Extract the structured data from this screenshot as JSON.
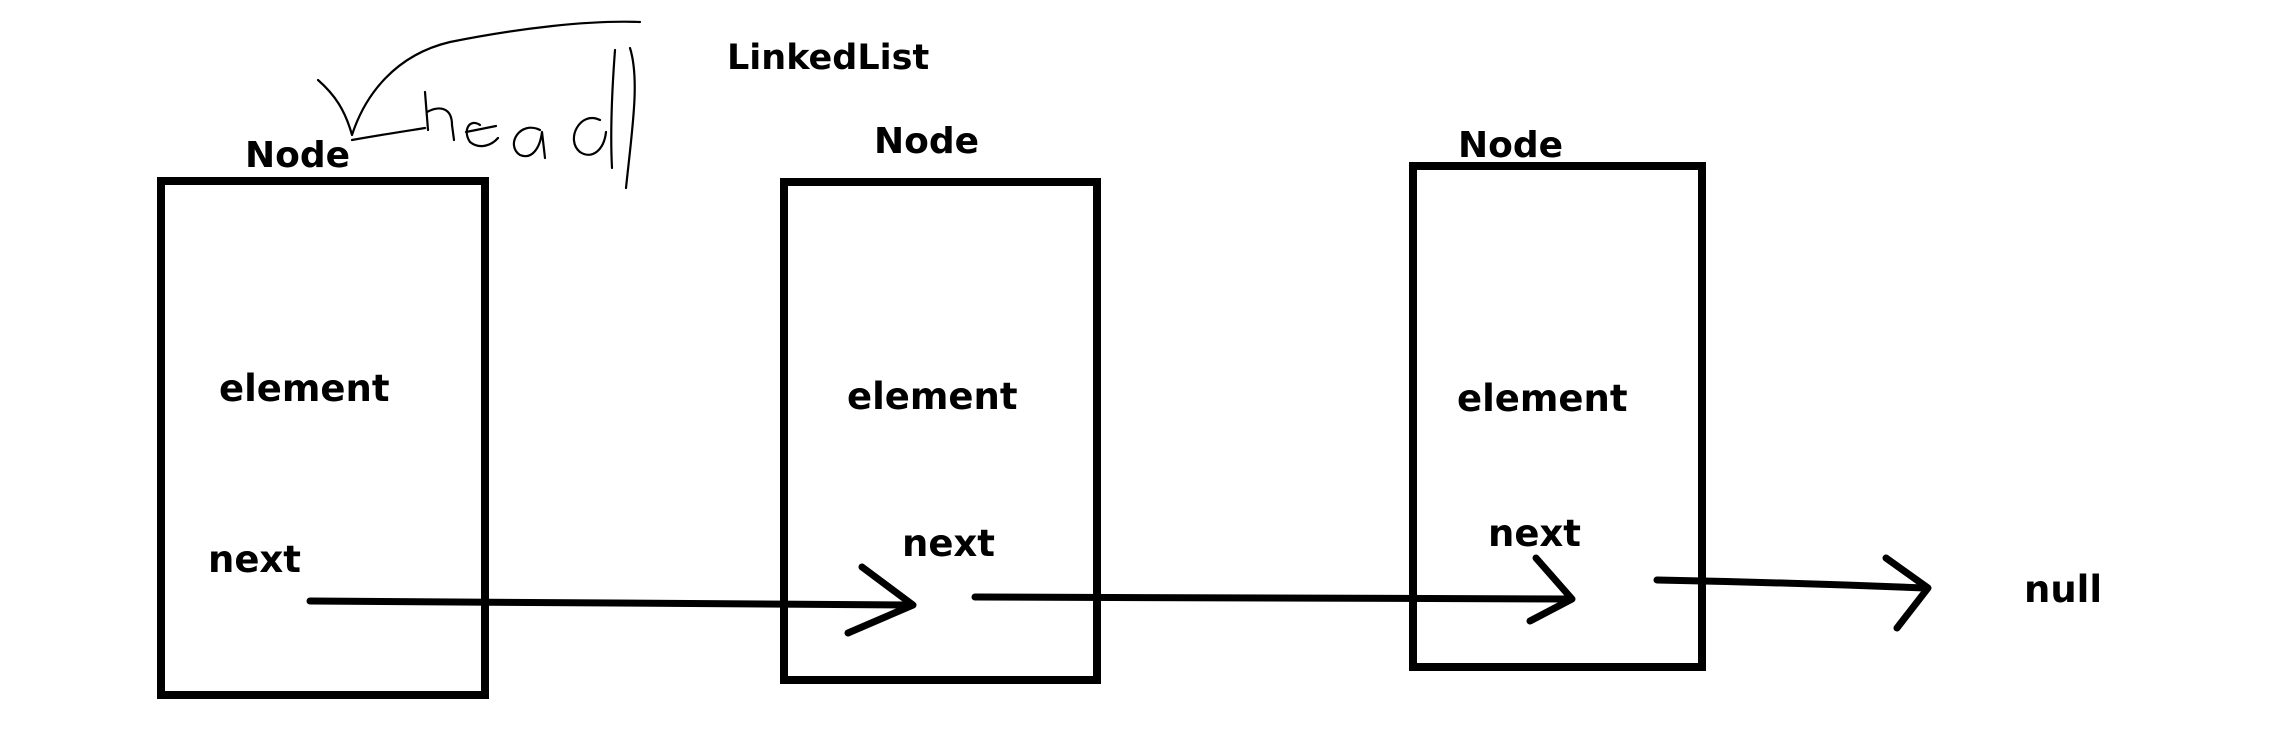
{
  "diagram": {
    "title": "LinkedList",
    "head_annotation": "head",
    "nodes": [
      {
        "label": "Node",
        "field_element": "element",
        "field_next": "next"
      },
      {
        "label": "Node",
        "field_element": "element",
        "field_next": "next"
      },
      {
        "label": "Node",
        "field_element": "element",
        "field_next": "next"
      }
    ],
    "terminal": "null",
    "colors": {
      "stroke": "#000000",
      "text": "#000000",
      "background": "#ffffff"
    }
  }
}
